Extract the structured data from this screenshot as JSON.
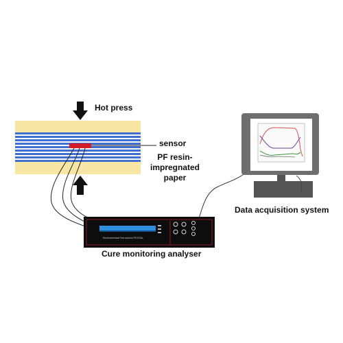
{
  "labels": {
    "hot_press": "Hot press",
    "sensor": "sensor",
    "pf_resin_line1": "PF resin-",
    "pf_resin_line2": "impregnated",
    "pf_resin_line3": "paper",
    "data_acquisition": "Data acquisition system",
    "cure_analyser": "Cure monitoring analyser"
  },
  "analyser": {
    "display_caption": "Electrochemical Test solution PDT/GAL"
  },
  "colors": {
    "press_plate": "#f8e6a5",
    "paper_layer": "#3f6fd0",
    "sensor": "#d11b2a",
    "analyser_body": "#0d0d0d",
    "monitor_body": "#6e6e6e"
  }
}
